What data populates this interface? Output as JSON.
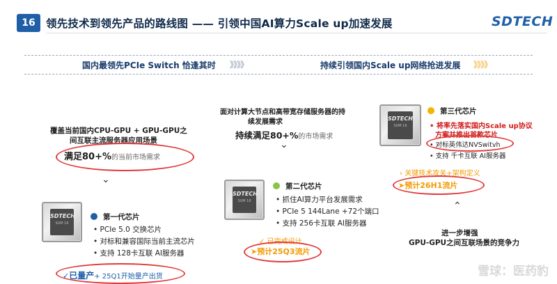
{
  "header": {
    "badge": "16",
    "title": "领先技术到领先产品的路线图 —— 引领中国AI算力Scale up加速发展",
    "logo": "SDTECH"
  },
  "timeline": {
    "left_label": "国内最领先PCIe Switch 恰逢其时",
    "right_label": "持续引领国内Scale up网络抢进发展",
    "chev_left": "》》》》",
    "chev_right": "》》》》"
  },
  "col1": {
    "intro_line1": "覆盖当前国内CPU-GPU + GPU-GPU之",
    "intro_line2": "间互联主流服务器应用场景",
    "demand_big": "满足80+%",
    "demand_small": "的当前市场需求",
    "chip_logo": "SDTECH",
    "chip_code": "SUM 16",
    "gen_title": "第一代芯片",
    "bullets": [
      "PCIe 5.0 交换芯片",
      "对标和兼容国际当前主流芯片",
      "支持 128卡互联 AI服务器"
    ],
    "status_big": "已量产",
    "status_small": "+ 25Q1开始量产出货"
  },
  "col2": {
    "intro_line1": "面对计算大节点和高带宽存储服务器的持",
    "intro_line2": "续发展需求",
    "demand_big": "持续满足80+%",
    "demand_small": "的市场需求",
    "chip_logo": "SDTECH",
    "chip_code": "SUM 16",
    "gen_title": "第二代芯片",
    "bullets": [
      "抓住AI算力平台发展需求",
      "PCIe 5 144Lane +72个端口",
      "支持 256卡互联 AI服务器"
    ],
    "done_label": "已完成设计",
    "tapeout": "预计25Q3流片"
  },
  "col3": {
    "chip_logo": "SDTECH",
    "chip_code": "SUM 16",
    "gen_title": "第三代芯片",
    "bullet1_line1": "将率先落实国内Scale up协议",
    "bullet1_line2": "方案并推出首款芯片",
    "bullet2": "对标英伟达NVSwitvh",
    "bullet3": "支持 千卡互联 AI服务器",
    "tech_label": "关键技术攻关+架构定义",
    "tapeout": "预计26H1流片",
    "enhance_line1": "进一步增强",
    "enhance_line2": "GPU-GPU之间互联场景的竞争力"
  },
  "watermark": "雪球：医药豹",
  "colors": {
    "badge": "#1f5fa8",
    "accent": "#f29a00",
    "oval": "#e23a3a",
    "dot1": "#1f5fa8",
    "dot2": "#8bc34a",
    "dot3": "#f2b600"
  }
}
